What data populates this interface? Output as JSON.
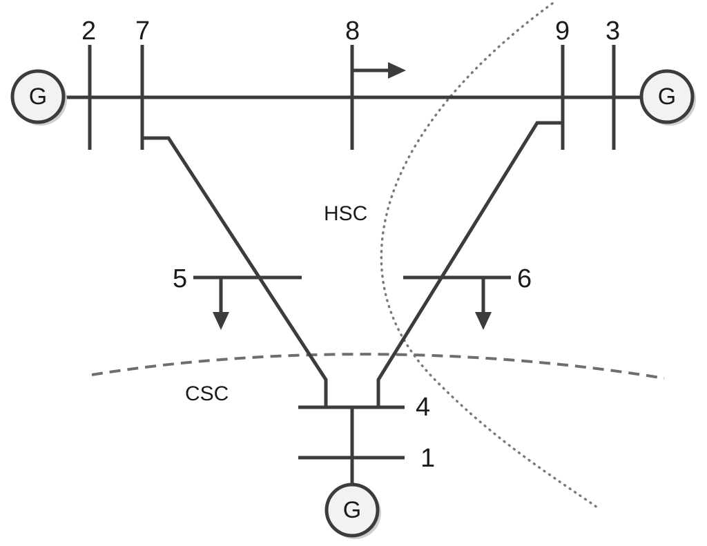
{
  "buses": {
    "b1": "1",
    "b2": "2",
    "b3": "3",
    "b4": "4",
    "b5": "5",
    "b6": "6",
    "b7": "7",
    "b8": "8",
    "b9": "9"
  },
  "generators": {
    "left": "G",
    "right": "G",
    "bottom": "G"
  },
  "regions": {
    "hsc": "HSC",
    "csc": "CSC"
  },
  "colors": {
    "line": "#3c3c3c",
    "generator_fill": "#f2f2f2",
    "boundary": "#7a7a7a"
  }
}
